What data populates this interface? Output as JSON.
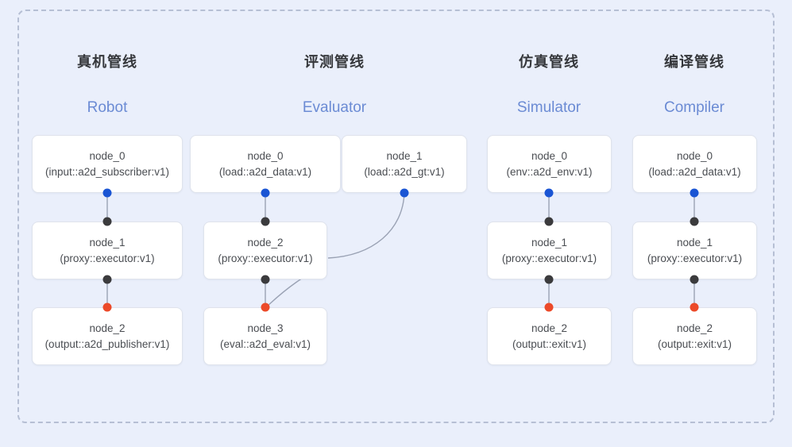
{
  "diagram": {
    "background_color": "#eaeffb",
    "frame_border_color": "#b6bfd4",
    "node_bg_color": "#ffffff",
    "node_border_color": "#dfe3ec",
    "accent_color": "#6b8bd4",
    "port_colors": {
      "input": "#1a55d4",
      "internal": "#3b3b3d",
      "output": "#ec4a29"
    },
    "edge_color": "#9aa2b4"
  },
  "columns": [
    {
      "id": "robot",
      "title_cn": "真机管线",
      "title_en": "Robot",
      "nodes": [
        {
          "name": "node_0",
          "spec": "(input::a2d_subscriber:v1)"
        },
        {
          "name": "node_1",
          "spec": "(proxy::executor:v1)"
        },
        {
          "name": "node_2",
          "spec": "(output::a2d_publisher:v1)"
        }
      ]
    },
    {
      "id": "evaluator",
      "title_cn": "评测管线",
      "title_en": "Evaluator",
      "nodes": [
        {
          "name": "node_0",
          "spec": "(load::a2d_data:v1)"
        },
        {
          "name": "node_1",
          "spec": "(load::a2d_gt:v1)"
        },
        {
          "name": "node_2",
          "spec": "(proxy::executor:v1)"
        },
        {
          "name": "node_3",
          "spec": "(eval::a2d_eval:v1)"
        }
      ]
    },
    {
      "id": "simulator",
      "title_cn": "仿真管线",
      "title_en": "Simulator",
      "nodes": [
        {
          "name": "node_0",
          "spec": "(env::a2d_env:v1)"
        },
        {
          "name": "node_1",
          "spec": "(proxy::executor:v1)"
        },
        {
          "name": "node_2",
          "spec": "(output::exit:v1)"
        }
      ]
    },
    {
      "id": "compiler",
      "title_cn": "编译管线",
      "title_en": "Compiler",
      "nodes": [
        {
          "name": "node_0",
          "spec": "(load::a2d_data:v1)"
        },
        {
          "name": "node_1",
          "spec": "(proxy::executor:v1)"
        },
        {
          "name": "node_2",
          "spec": "(output::exit:v1)"
        }
      ]
    }
  ]
}
